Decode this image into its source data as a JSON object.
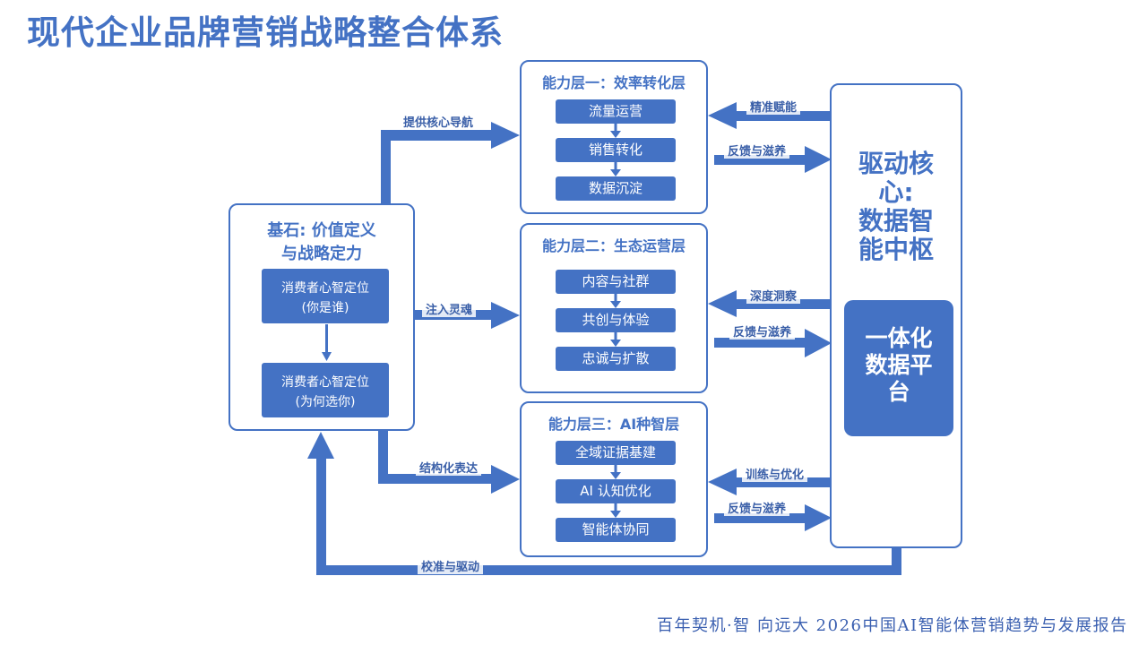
{
  "title": "现代企业品牌营销战略整合体系",
  "footer": "百年契机·智 向远大  2026中国AI智能体营销趋势与发展报告",
  "colors": {
    "primary": "#4472C4",
    "text_dark": "#3a5fa8"
  },
  "foundation": {
    "title_line1": "基石: 价值定义",
    "title_line2": "与战略定力",
    "steps": [
      {
        "line1": "消费者心智定位",
        "line2": "(你是谁)"
      },
      {
        "line1": "消费者心智定位",
        "line2": "(为何选你)"
      }
    ]
  },
  "layers": [
    {
      "title": "能力层一：效率转化层",
      "steps": [
        "流量运营",
        "销售转化",
        "数据沉淀"
      ]
    },
    {
      "title": "能力层二：生态运营层",
      "steps": [
        "内容与社群",
        "共创与体验",
        "忠诚与扩散"
      ]
    },
    {
      "title": "能力层三：AI种智层",
      "steps": [
        "全域证据基建",
        "AI 认知优化",
        "智能体协同"
      ]
    }
  ],
  "core": {
    "title_lines": [
      "驱动核",
      "心:",
      "数据智",
      "能中枢"
    ],
    "platform_lines": [
      "一体化",
      "数据平",
      "台"
    ]
  },
  "edges": {
    "to_layer1": "提供核心导航",
    "to_layer2": "注入灵魂",
    "to_layer3": "结构化表达",
    "core_to_layer1": "精准赋能",
    "layer1_to_core": "反馈与滋养",
    "core_to_layer2": "深度洞察",
    "layer2_to_core": "反馈与滋养",
    "core_to_layer3": "训练与优化",
    "layer3_to_core": "反馈与滋养",
    "core_to_foundation": "校准与驱动"
  }
}
